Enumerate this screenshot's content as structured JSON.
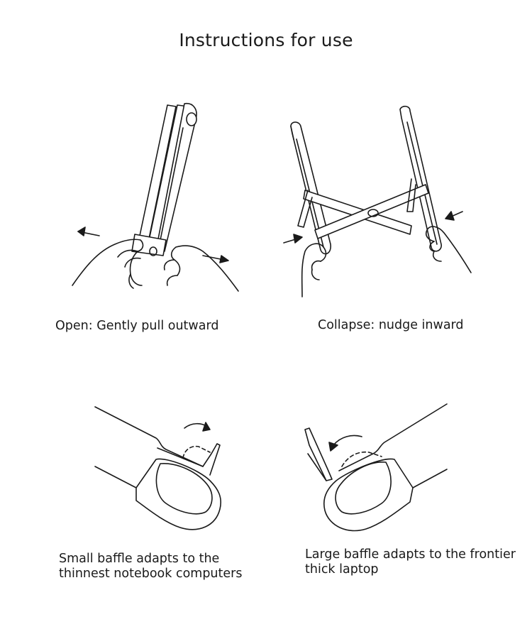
{
  "page": {
    "title": "Instructions for use"
  },
  "steps": [
    {
      "caption": "Open: Gently pull outward",
      "illustration": "stand-open-hands-pulling"
    },
    {
      "caption": "Collapse: nudge inward",
      "illustration": "stand-collapse-hands-pushing"
    },
    {
      "caption": "Small baffle adapts to the thinnest notebook computers",
      "illustration": "small-baffle-detail"
    },
    {
      "caption": "Large baffle adapts to the frontier thick laptop",
      "illustration": "large-baffle-detail"
    }
  ],
  "colors": {
    "line": "#1a1a1a",
    "background": "#ffffff"
  }
}
